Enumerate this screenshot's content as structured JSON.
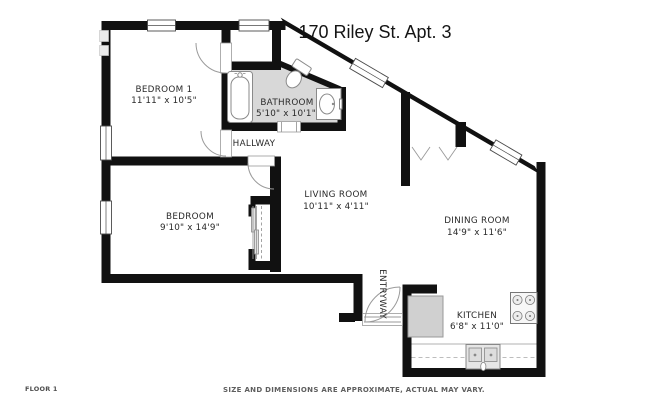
{
  "title": "170 Riley St. Apt. 3",
  "rooms": {
    "bedroom1": {
      "name": "BEDROOM 1",
      "dims": "11'11\" x 10'5\""
    },
    "bathroom": {
      "name": "BATHROOM",
      "dims": "5'10\" x 10'1\""
    },
    "hallway": {
      "name": "HALLWAY"
    },
    "bedroom2": {
      "name": "BEDROOM",
      "dims": "9'10\" x 14'9\""
    },
    "living": {
      "name": "LIVING ROOM",
      "dims": "10'11\" x 4'11\""
    },
    "dining": {
      "name": "DINING ROOM",
      "dims": "14'9\" x 11'6\""
    },
    "entryway": {
      "name": "ENTRYWAY"
    },
    "kitchen": {
      "name": "KITCHEN",
      "dims": "6'8\" x 11'0\""
    }
  },
  "footer": {
    "floor": "FLOOR 1",
    "disclaimer": "SIZE AND DIMENSIONS ARE APPROXIMATE, ACTUAL MAY VARY."
  },
  "fixtures": [
    "bathtub",
    "toilet",
    "bathroom-sink",
    "refrigerator",
    "stove",
    "kitchen-sink",
    "kitchen-counter",
    "bedroom-closet-sliding-doors",
    "diagonal-closet-bifold-doors",
    "entry-double-doors"
  ],
  "colors": {
    "wall": "#111111",
    "bathroom_floor": "#d8d8d8",
    "fixture_stroke": "#8a8a8a",
    "label": "#2a2a2a"
  }
}
